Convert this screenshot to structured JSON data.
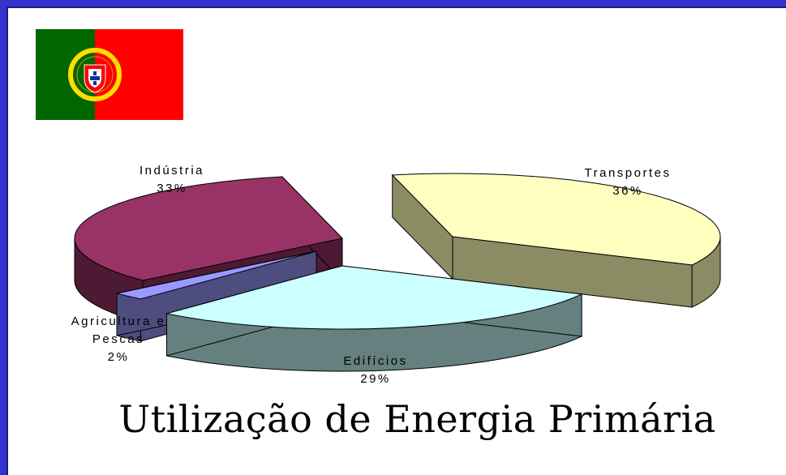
{
  "title": "Utilização de Energia Primária",
  "flag": {
    "colors": {
      "green": "#006600",
      "red": "#ff0000",
      "yellow": "#ffdd00"
    }
  },
  "chart_data": {
    "type": "pie",
    "title": "Utilização de Energia Primária",
    "slices": [
      {
        "name": "Transportes",
        "label": "Transportes",
        "value": 36,
        "value_label": "36%",
        "top_color": "#ffffc0",
        "side_color": "#8c8c64"
      },
      {
        "name": "Edifícios",
        "label": "Edifícios",
        "value": 29,
        "value_label": "29%",
        "top_color": "#ccffff",
        "side_color": "#668080"
      },
      {
        "name": "Agricultura e Pescas",
        "label": "Agricultura e",
        "label2": "Pescas",
        "value": 2,
        "value_label": "2%",
        "top_color": "#9999ff",
        "side_color": "#4d4d80"
      },
      {
        "name": "Indústria",
        "label": "Indústria",
        "value": 33,
        "value_label": "33%",
        "top_color": "#993366",
        "side_color": "#4d1a33"
      }
    ]
  }
}
